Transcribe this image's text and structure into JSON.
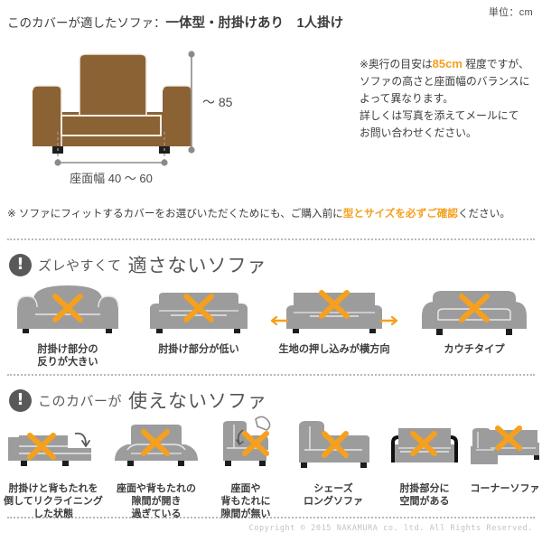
{
  "header": {
    "unit_label": "単位：cm",
    "title_prefix": "このカバーが適したソファ：",
    "title_strong": "一体型・肘掛けあり　1人掛け"
  },
  "diagram": {
    "height_label": "〜 85",
    "width_label": "座面幅 40 〜 60",
    "sofa_color": "#8b6234",
    "dim_color": "#8a8a8a"
  },
  "note": {
    "line1_a": "※奥行の目安は",
    "line1_hl": "85cm",
    "line1_b": " 程度ですが、",
    "line2": "ソファの高さと座面幅のバランスに",
    "line3": "よって異なります。",
    "line4": "詳しくは写真を添えてメールにて",
    "line5": "お問い合わせください。"
  },
  "notice": {
    "part1": "※ ソファにフィットするカバーをお選びいただくためにも、ご購入前に",
    "highlight": "型とサイズを必ずご確認",
    "part2": "ください。"
  },
  "section_unsuitable": {
    "icon": "exclamation-icon",
    "lead": "ズレやすくて",
    "emphasis": "適さないソファ",
    "items": [
      {
        "caption": "肘掛け部分の\n反りが大きい",
        "art": "sofa-rolled-arms"
      },
      {
        "caption": "肘掛け部分が低い",
        "art": "sofa-low-arms"
      },
      {
        "caption": "生地の押し込みが横方向",
        "art": "sofa-side-tuck"
      },
      {
        "caption": "カウチタイプ",
        "art": "sofa-couch-type"
      }
    ]
  },
  "section_unusable": {
    "icon": "exclamation-icon",
    "lead": "このカバーが",
    "emphasis": "使えないソファ",
    "items": [
      {
        "caption": "肘掛けと背もたれを\n倒してリクライニング\nした状態",
        "art": "sofa-reclined"
      },
      {
        "caption": "座面や背もたれの\n隙間が開き\n過ぎている",
        "art": "sofa-wide-gap"
      },
      {
        "caption": "座面や\n背もたれに\n隙間が無い",
        "art": "sofa-no-gap"
      },
      {
        "caption": "シェーズ\nロングソファ",
        "art": "sofa-chaise-long"
      },
      {
        "caption": "肘掛部分に\n空間がある",
        "art": "sofa-open-arm"
      },
      {
        "caption": "コーナーソファ",
        "art": "sofa-corner"
      }
    ]
  },
  "footer": {
    "copyright": "Copyright © 2015 NAKAMURA co. ltd. All Rights Reserved."
  },
  "colors": {
    "accent_orange": "#f5a01e",
    "sofa_gray": "#9c9c9c",
    "sofa_gray_dark": "#8e8e8e",
    "text": "#3c3c3c",
    "heading": "#575757"
  }
}
